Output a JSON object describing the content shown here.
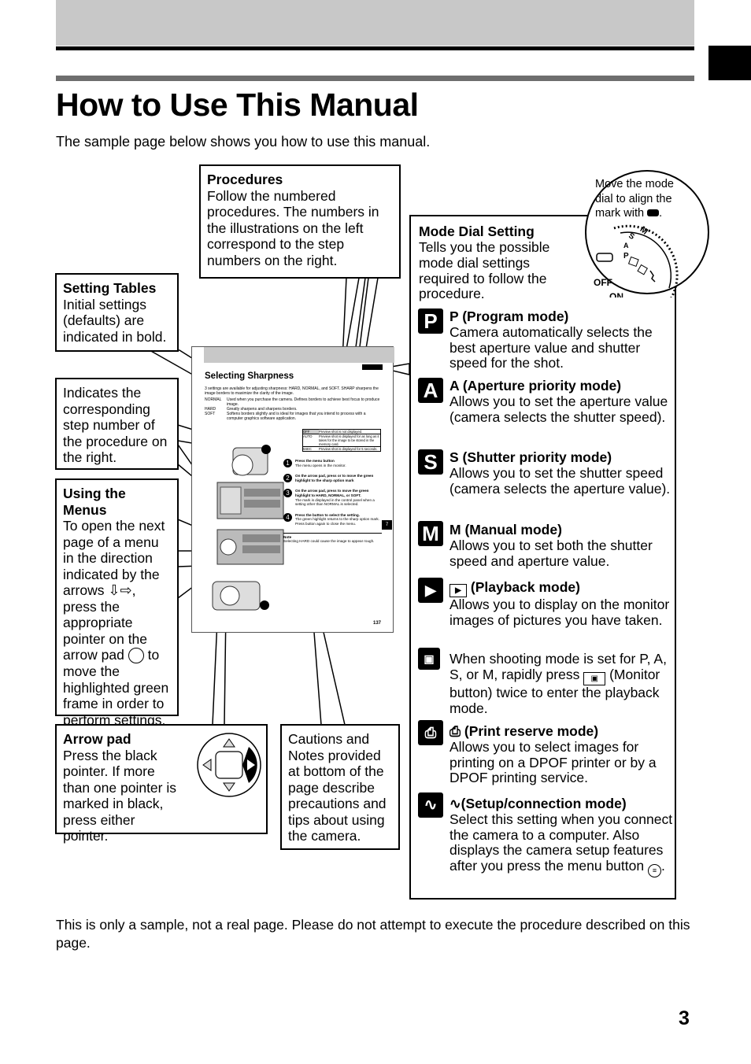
{
  "page": {
    "title": "How to Use This Manual",
    "intro": "The sample page below shows you how to use this manual.",
    "footer_note": "This is only a sample, not a real page. Please do not attempt to execute the procedure described on this page.",
    "page_number": "3"
  },
  "callouts": {
    "procedures": {
      "title": "Procedures",
      "text": "Follow the numbered procedures. The numbers in the illustrations on the left correspond to the step numbers on the right."
    },
    "setting_tables": {
      "title": "Setting Tables",
      "text": "Initial settings (defaults) are indicated in bold."
    },
    "step_numbers": {
      "text": "Indicates the corresponding step number of the procedure on the right."
    },
    "using_menus": {
      "title": "Using the Menus",
      "text_1": "To open the next page of a menu in the direction indicated by the arrows",
      "text_2": ", press the appropriate pointer on the arrow pad",
      "text_3": "to move the highlighted green frame in order to perform settings."
    },
    "arrow_pad": {
      "title": "Arrow pad",
      "text": "Press the black pointer. If more than one pointer is marked in black, press either pointer."
    },
    "cautions": {
      "text": "Cautions and Notes provided at bottom of the page describe precautions and tips about using the camera."
    },
    "mode_dial_hint": {
      "text": "Move the mode dial to align the mark with",
      "dial_labels": [
        "M",
        "S",
        "A",
        "P",
        "OFF",
        "ON"
      ]
    }
  },
  "mode_dial_setting": {
    "title": "Mode Dial Setting",
    "text": "Tells you the possible mode dial settings required to follow the procedure.",
    "modes": [
      {
        "icon": "P",
        "title": "P (Program mode)",
        "text": "Camera automatically selects the best aperture value and shutter speed for the shot."
      },
      {
        "icon": "A",
        "title": "A (Aperture priority mode)",
        "text": "Allows you to set the aperture value (camera selects the shutter speed)."
      },
      {
        "icon": "S",
        "title": "S (Shutter priority mode)",
        "text": "Allows you to set the shutter speed (camera selects the aperture value)."
      },
      {
        "icon": "M",
        "title": "M (Manual mode)",
        "text": "Allows you to set both the shutter speed and aperture value."
      },
      {
        "icon": "playback",
        "title": "(Playback mode)",
        "text": "Allows you to display on the monitor images of pictures you have taken."
      },
      {
        "icon": "monitor",
        "title": "",
        "text_1": "When shooting mode is set for P, A, S, or M, rapidly press",
        "text_2": "(Monitor button) twice to enter the playback mode."
      },
      {
        "icon": "print",
        "title": "(Print reserve mode)",
        "text": "Allows you to select images for printing on a DPOF printer or by a DPOF printing service."
      },
      {
        "icon": "setup",
        "title": "(Setup/connection mode)",
        "text_1": "Select this setting when you connect the camera to a computer. Also displays the camera setup features after you press the menu button",
        "text_2": "."
      }
    ]
  },
  "sample_page": {
    "heading": "Selecting Sharpness",
    "intro": "3 settings are available for adjusting sharpness: HARD, NORMAL, and SOFT. SHARP sharpens the image borders to maximize the clarity of the image.",
    "rows": [
      {
        "label": "NORMAL",
        "text": "Used when you purchase the camera. Defines borders to achieve best focus to produce image."
      },
      {
        "label": "HARD",
        "text": "Greatly sharpens and sharpens borders."
      },
      {
        "label": "SOFT",
        "text": "Softens borders slightly and is ideal for images that you intend to process with a computer graphics software application."
      }
    ],
    "table": [
      {
        "key": "OFF",
        "value": "Preview shot is not displayed."
      },
      {
        "key": "AUTO",
        "value": "Preview shot is displayed for as long as it takes for the image to be stored in the memory card."
      },
      {
        "key": "5SEC",
        "value": "Preview shot is displayed for 5 seconds."
      }
    ],
    "steps": [
      {
        "num": "1",
        "bold": "Press the menu button",
        "text": "The menu opens in the monitor."
      },
      {
        "num": "2",
        "bold": "On the arrow pad, press or to move the green highlight to the sharp option mark",
        "text": ""
      },
      {
        "num": "3",
        "bold": "On the arrow pad, press to move the green highlight to HARD, NORMAL, or SOFT.",
        "text": "The mark is displayed in the control panel when a setting other than NORMAL is selected."
      },
      {
        "num": "4",
        "bold": "Press the button to select the setting.",
        "text": "The green highlight returns to the sharp option mark. Press button again to close the menu."
      }
    ],
    "note_title": "Note",
    "note": "Selecting HARD could cause the image to appear rough.",
    "page_no": "137",
    "side_tab": "7"
  },
  "colors": {
    "header_band": "#c8c8c8",
    "rule": "#000000",
    "subrule": "#6e6e6e",
    "ink": "#000000"
  }
}
